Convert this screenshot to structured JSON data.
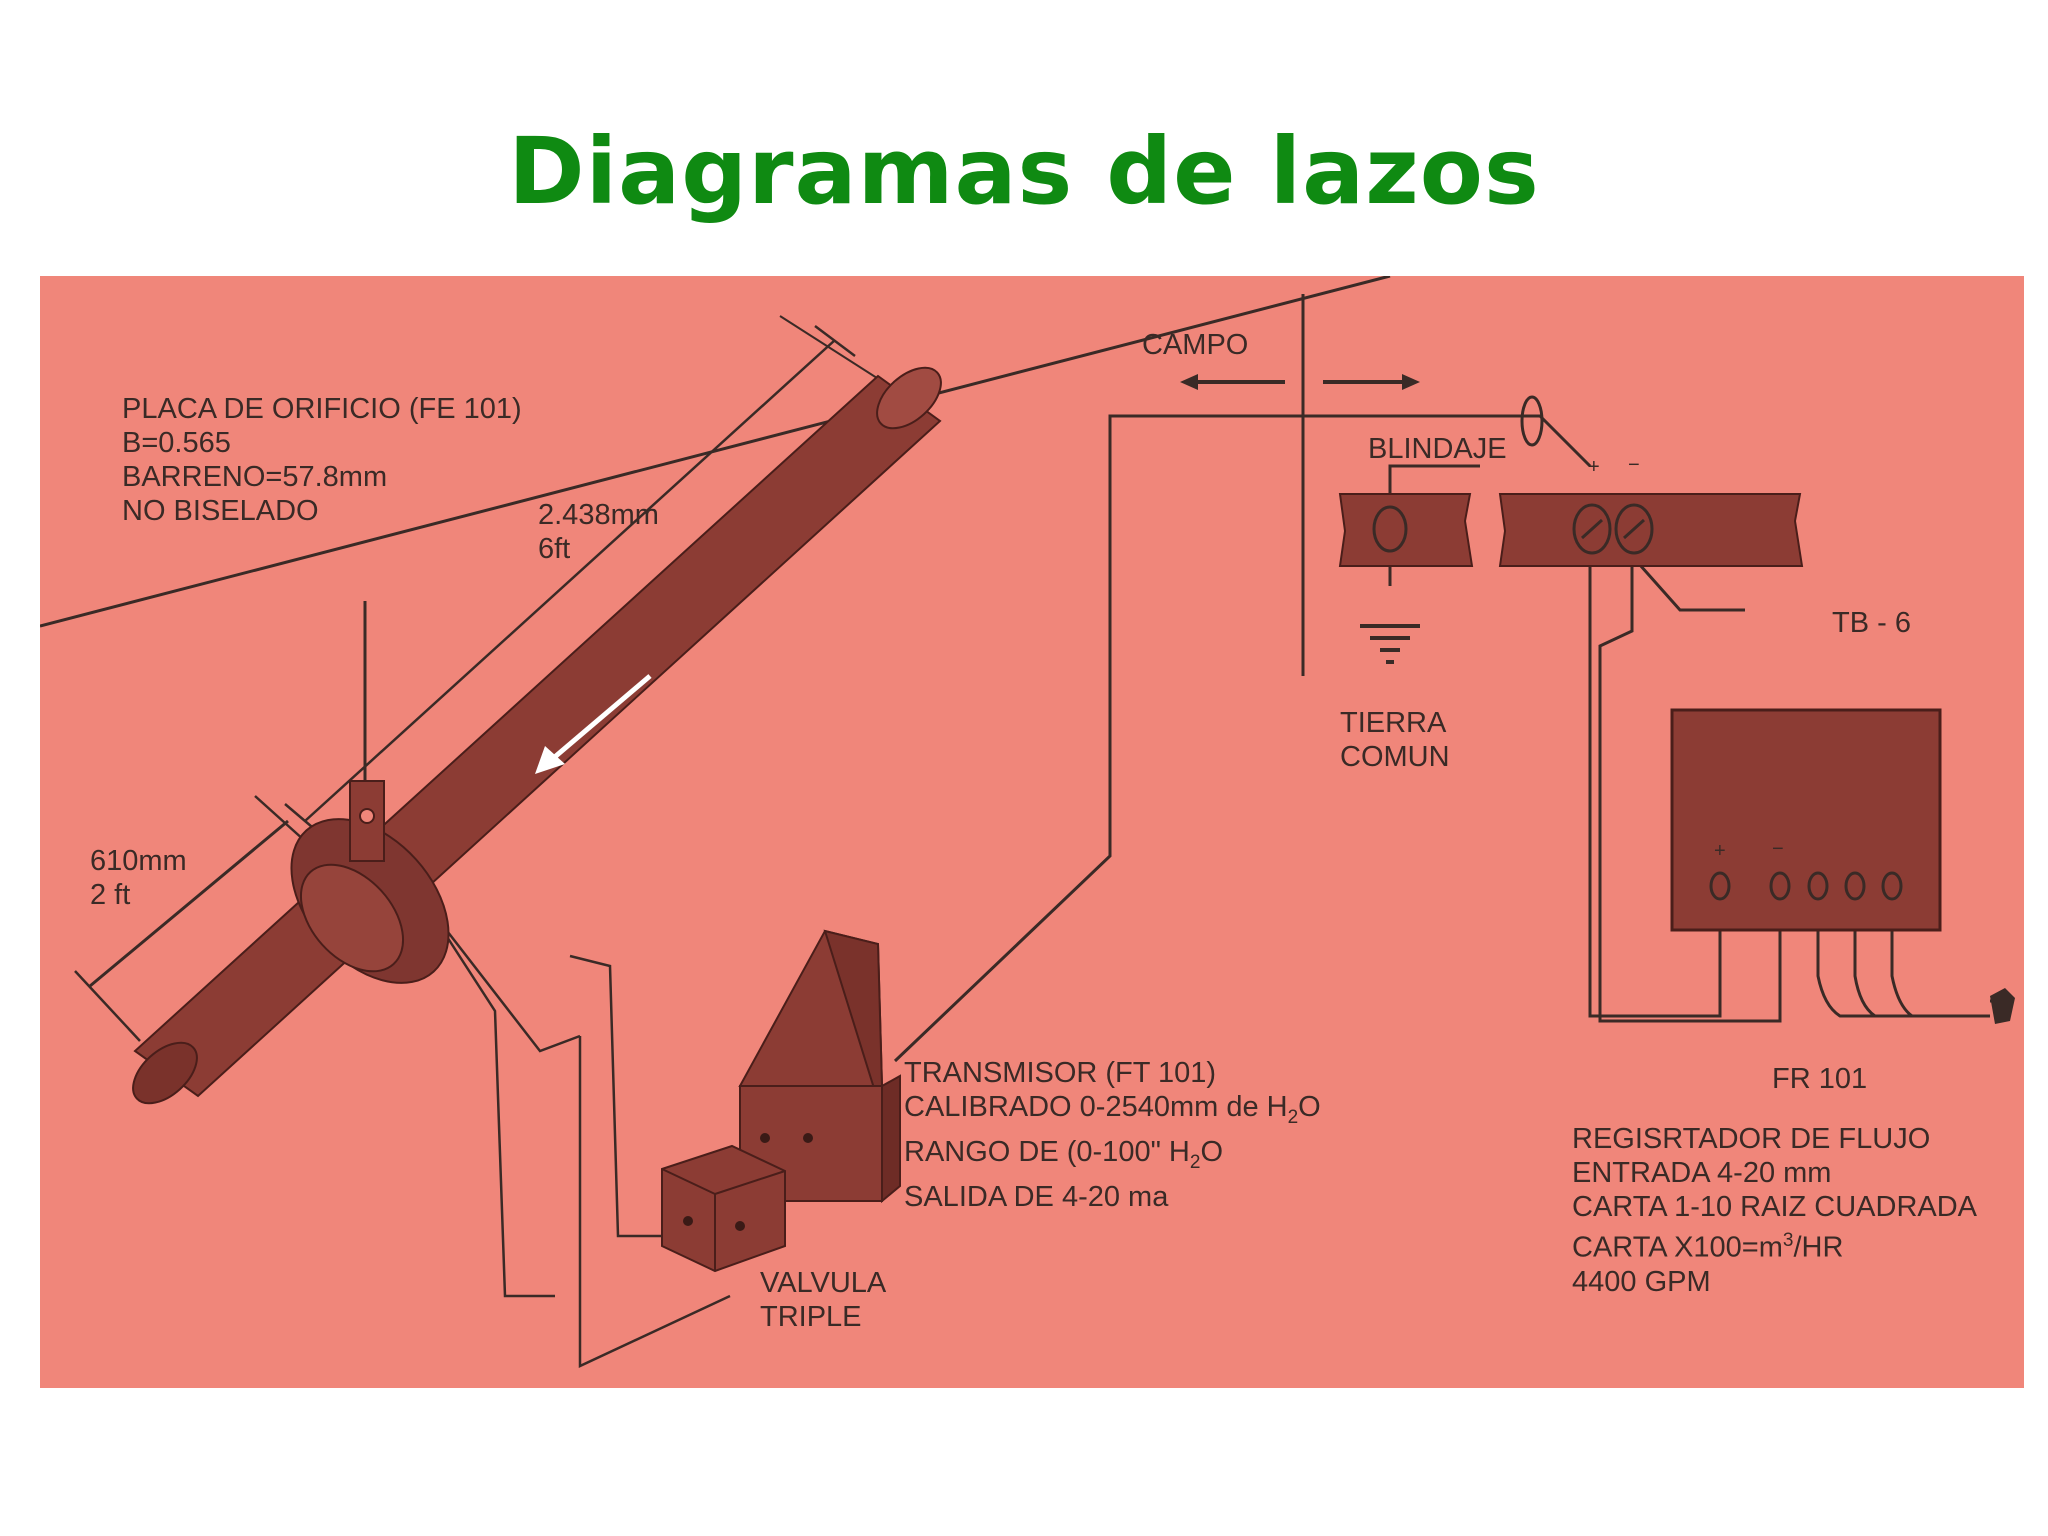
{
  "title": "Diagramas de lazos",
  "diagram": {
    "orifice_plate": {
      "lines": [
        "PLACA DE ORIFICIO (FE 101)",
        "B=0.565",
        "BARRENO=57.8mm",
        "NO BISELADO"
      ]
    },
    "pipe_length": {
      "lines": [
        "2.438mm",
        "6ft"
      ]
    },
    "upstream_length": {
      "lines": [
        "610mm",
        "2 ft"
      ]
    },
    "field_label": "CAMPO",
    "shield_label": "BLINDAJE",
    "terminal_block_label": "TB - 6",
    "ground": {
      "lines": [
        "TIERRA",
        "COMUN"
      ]
    },
    "transmitter": {
      "line1": "TRANSMISOR (FT 101)",
      "line2_pre": "CALIBRADO 0-2540mm de H",
      "line2_sub": "2",
      "line2_post": "O",
      "line3_pre": "RANGO DE (0-100\" H",
      "line3_sub": "2",
      "line3_post": "O",
      "line4": "SALIDA DE 4-20 ma"
    },
    "valve": {
      "lines": [
        "VALVULA",
        "TRIPLE"
      ]
    },
    "recorder_tag": "FR 101",
    "recorder": {
      "line1": "REGISRTADOR DE FLUJO",
      "line2": "ENTRADA 4-20 mm",
      "line3": "CARTA 1-10 RAIZ CUADRADA",
      "line4_pre": "CARTA X100=m",
      "line4_sup": "3",
      "line4_post": "/HR",
      "line5": "4400 GPM"
    },
    "terminal_plus": "+",
    "terminal_minus": "−"
  },
  "colors": {
    "title": "#0f8a12",
    "background": "#f0867a",
    "equipment": "#8c3c34",
    "linework": "#3a2a26"
  }
}
